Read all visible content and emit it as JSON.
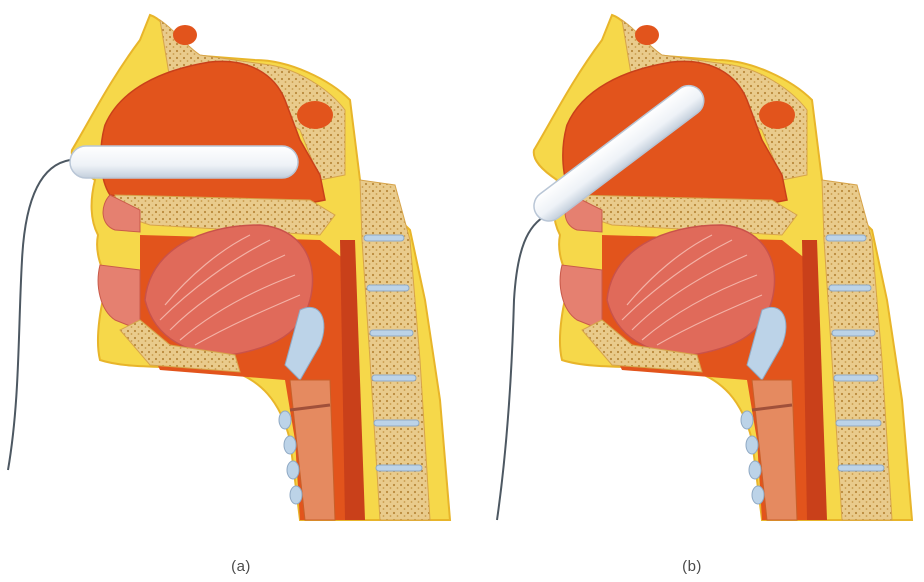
{
  "panels": [
    {
      "id": "a",
      "label": "(a)",
      "probe_orientation": "horizontal"
    },
    {
      "id": "b",
      "label": "(b)",
      "probe_orientation": "angled-upward"
    }
  ],
  "colors": {
    "skin": "#f6d84a",
    "skin_edge": "#e8b52a",
    "cavity": "#e2541c",
    "cavity_dark": "#c9401a",
    "bone": "#e9cb8c",
    "bone_dot": "#b98a3c",
    "muscle": "#e06a5a",
    "muscle_line": "#f3b2a6",
    "cartilage": "#bcd3e8",
    "probe": "#f1f4f8",
    "probe_edge": "#b9c6d6",
    "wire": "#4d5862"
  }
}
